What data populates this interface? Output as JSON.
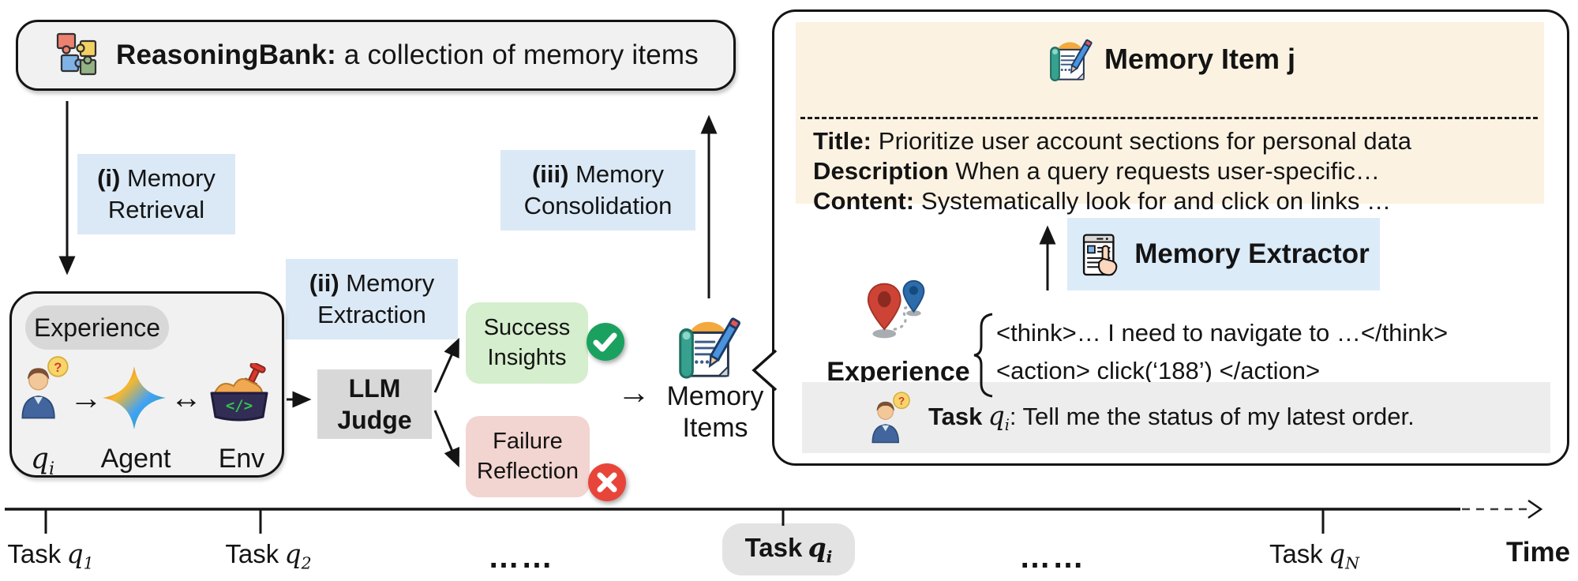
{
  "bank": {
    "bold": "ReasoningBank:",
    "rest": " a collection of memory items"
  },
  "steps": {
    "i": {
      "num": "(i)",
      "rest": " Memory",
      "line2": "Retrieval"
    },
    "ii": {
      "num": "(ii)",
      "rest": " Memory",
      "line2": "Extraction"
    },
    "iii": {
      "num": "(iii)",
      "rest": " Memory",
      "line2": "Consolidation"
    }
  },
  "experience": {
    "title": "Experience",
    "q": "q",
    "q_sub": "i",
    "agent": "Agent",
    "env": "Env",
    "env_code": "</>"
  },
  "judge": {
    "line1": "LLM",
    "line2": "Judge"
  },
  "success": {
    "line1": "Success",
    "line2": "Insights"
  },
  "failure": {
    "line1": "Failure",
    "line2": "Reflection"
  },
  "memory_items": {
    "line1": "Memory",
    "line2": "Items"
  },
  "panel": {
    "item": {
      "header": "Memory Item j",
      "title_label": "Title:",
      "title": " Prioritize user account sections for personal data",
      "desc_label": "Description",
      "desc": " When a query requests user-specific…",
      "content_label": "Content:",
      "content": " Systematically look for and click on links …"
    },
    "extractor": "Memory Extractor",
    "exp_label": "Experience",
    "think": "<think>… I need to navigate to …</think>",
    "action": "<action> click(‘188’) </action>",
    "task": {
      "label": "Task",
      "q": "q",
      "q_sub": "i",
      "rest": ": Tell me the status of my latest order."
    }
  },
  "timeline": {
    "t1": {
      "label": "Task",
      "q": "q",
      "sub": "1"
    },
    "t2": {
      "label": "Task",
      "q": "q",
      "sub": "2"
    },
    "dots1": "……",
    "ti": {
      "label": "Task",
      "q": "q",
      "sub": "i"
    },
    "dots2": "……",
    "tn": {
      "label": "Task",
      "q": "q",
      "sub": "N"
    },
    "time": "Time"
  },
  "glyphs": {
    "arrow_right": "→",
    "arrow_both": "↔",
    "question": "?"
  },
  "colors": {
    "label_blue": "#dbe9f6",
    "card_cream": "#fcf2e2",
    "success_green": "#d5eecd",
    "failure_pink": "#f2d4d0",
    "box_gray": "#f1f1f2",
    "mid_gray": "#d8d8d8",
    "check_green": "#1ba15f",
    "cross_red": "#e8453a",
    "outline": "#141414"
  }
}
